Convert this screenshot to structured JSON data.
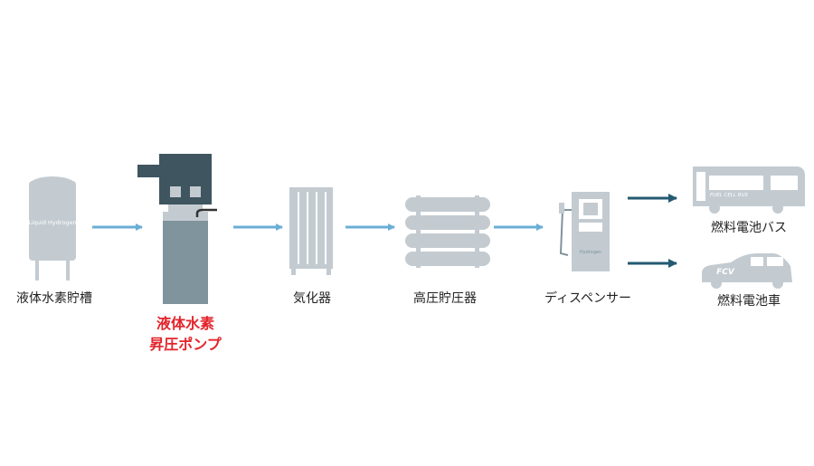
{
  "colors": {
    "equipment": "#c3cbd1",
    "equipment_dark": "#3f5560",
    "pump_body": "#7f949c",
    "arrow_light": "#6aaed6",
    "arrow_dark": "#245a72",
    "highlight": "#e3242b"
  },
  "nodes": [
    {
      "id": "tank",
      "label": "液体水素貯槽",
      "tag": "Liquid Hydrogen"
    },
    {
      "id": "pump",
      "label_line1": "液体水素",
      "label_line2": "昇圧ポンプ"
    },
    {
      "id": "vaporizer",
      "label": "気化器"
    },
    {
      "id": "storage",
      "label": "高圧貯圧器"
    },
    {
      "id": "dispenser",
      "label": "ディスペンサー",
      "tag": "Hydrogen"
    },
    {
      "id": "bus",
      "label": "燃料電池バス",
      "tag": "FUEL CELL BUS"
    },
    {
      "id": "car",
      "label": "燃料電池車",
      "tag": "FCV"
    }
  ],
  "edges": [
    {
      "from": "tank",
      "to": "pump"
    },
    {
      "from": "pump",
      "to": "vaporizer"
    },
    {
      "from": "vaporizer",
      "to": "storage"
    },
    {
      "from": "storage",
      "to": "dispenser"
    },
    {
      "from": "dispenser",
      "to": "bus"
    },
    {
      "from": "dispenser",
      "to": "car"
    }
  ]
}
